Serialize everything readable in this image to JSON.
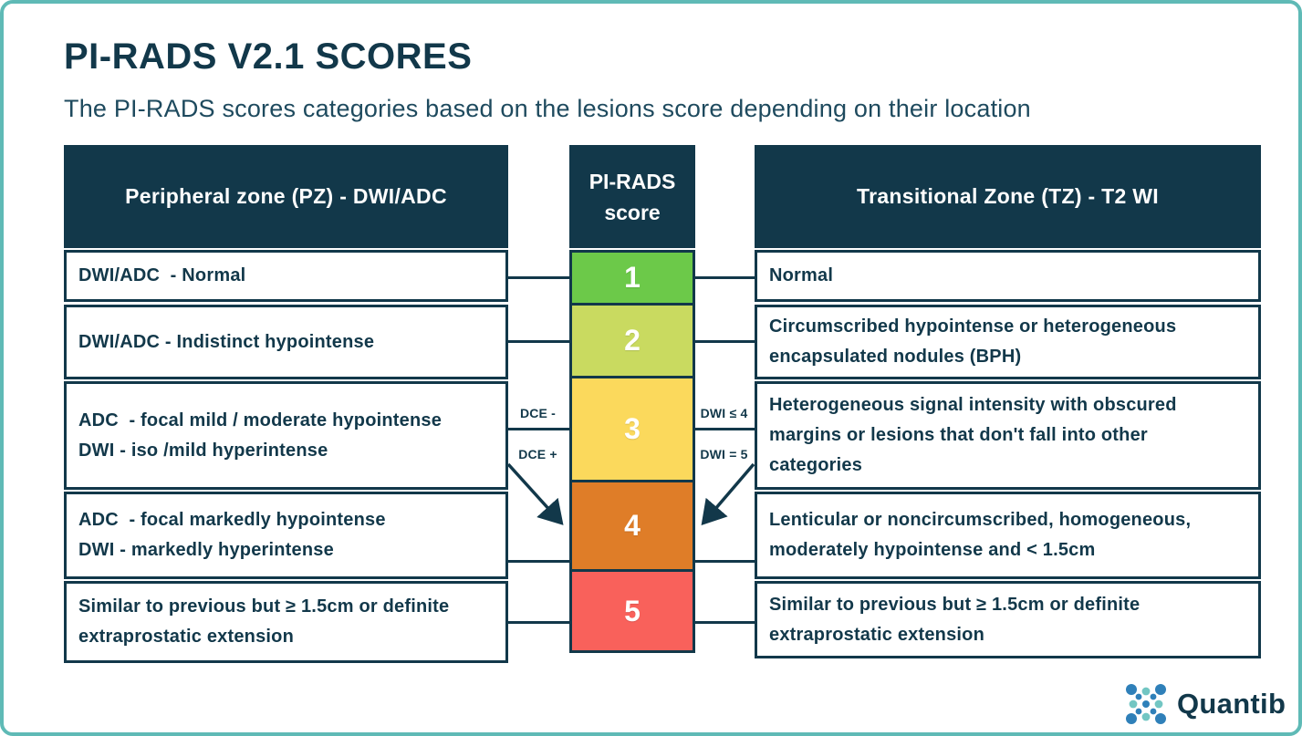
{
  "page": {
    "title": "PI-RADS V2.1 SCORES",
    "subtitle": "The PI-RADS scores categories based on the lesions score depending on their location"
  },
  "colors": {
    "navy": "#12384A",
    "card_border": "#5FBAB6",
    "score_1": "#6CC949",
    "score_2": "#C9DA60",
    "score_3": "#FBD95C",
    "score_4": "#DF7D28",
    "score_5": "#F9615B"
  },
  "left_table": {
    "header": "Peripheral zone (PZ) - DWI/ADC",
    "rows": [
      {
        "lines": [
          "DWI/ADC  - Normal"
        ]
      },
      {
        "lines": [
          "DWI/ADC - Indistinct hypointense"
        ]
      },
      {
        "lines": [
          "ADC  - focal mild / moderate hypointense",
          "DWI - iso /mild hyperintense"
        ]
      },
      {
        "lines": [
          "ADC  - focal markedly hypointense",
          "DWI - markedly hyperintense"
        ]
      },
      {
        "lines": [
          "Similar to previous but ≥ 1.5cm or definite",
          "extraprostatic extension"
        ]
      }
    ]
  },
  "score_column": {
    "header_line1": "PI-RADS",
    "header_line2": "score",
    "scores": [
      {
        "label": "1"
      },
      {
        "label": "2"
      },
      {
        "label": "3"
      },
      {
        "label": "4"
      },
      {
        "label": "5"
      }
    ]
  },
  "right_table": {
    "header": "Transitional Zone (TZ) - T2 WI",
    "rows": [
      {
        "lines": [
          "Normal"
        ]
      },
      {
        "lines": [
          "Circumscribed hypointense or heterogeneous",
          "encapsulated nodules (BPH)"
        ]
      },
      {
        "lines": [
          "Heterogeneous signal intensity with obscured",
          "margins or lesions that don't fall into other",
          "categories"
        ]
      },
      {
        "lines": [
          "Lenticular or noncircumscribed, homogeneous,",
          "moderately hypointense and < 1.5cm"
        ]
      },
      {
        "lines": [
          "Similar to previous but ≥ 1.5cm or definite",
          "extraprostatic extension"
        ]
      }
    ]
  },
  "annotations": {
    "dce_minus": "DCE -",
    "dce_plus": "DCE +",
    "dwi_le_4": "DWI ≤ 4",
    "dwi_eq_5": "DWI = 5"
  },
  "logo": {
    "text": "Quantib"
  }
}
